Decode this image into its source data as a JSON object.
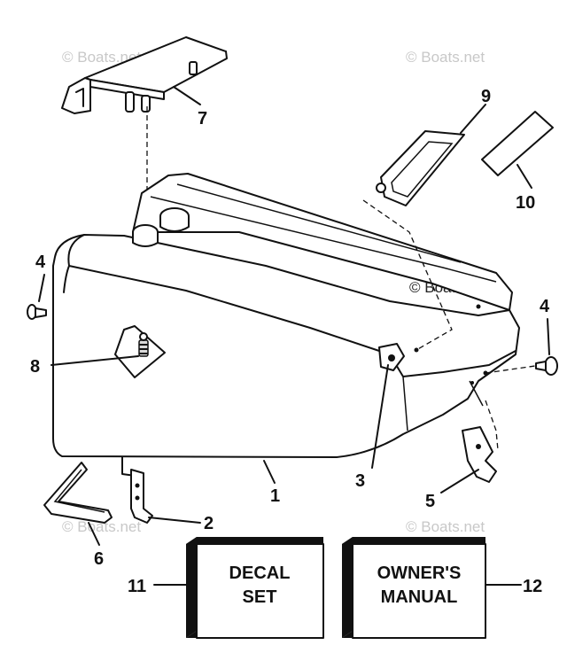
{
  "callouts": {
    "c1": "1",
    "c2": "2",
    "c3": "3",
    "c4a": "4",
    "c4b": "4",
    "c5": "5",
    "c6": "6",
    "c7": "7",
    "c8": "8",
    "c9": "9",
    "c10": "10",
    "c11": "11",
    "c12": "12"
  },
  "decal_box": {
    "line1": "DECAL",
    "line2": "SET"
  },
  "manual_box": {
    "line1": "OWNER'S",
    "line2": "MANUAL"
  },
  "watermark": "© Boats.net",
  "colors": {
    "line": "#111111",
    "watermark": "#c8c8c8",
    "background": "#ffffff"
  }
}
